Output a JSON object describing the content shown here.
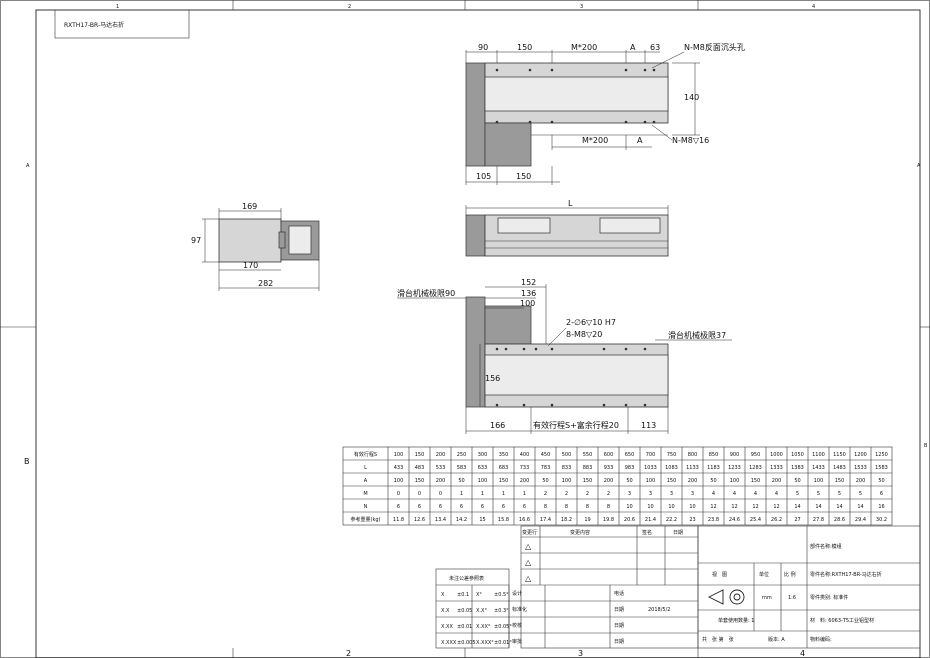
{
  "title_block": {
    "drawing_name": "RXTH17-BR-马达右折",
    "part_category_label": "部件名称:模组",
    "part_name": "零件名称:RXTH17-BR-马达右折",
    "part_class": "零件类别: 标准件",
    "view_label": "视　图",
    "unit_label": "单位",
    "scale_label": "比 例",
    "unit": "mm",
    "scale": "1:6",
    "material": "材　料: 6063-T5工业铝型材",
    "sheets": "共　张 第　张",
    "version": "版本: A",
    "material_code": "物料编码:",
    "usage": "单套使用数量: 1"
  },
  "revision": {
    "headers": [
      "变更行",
      "变更内容",
      "签名",
      "日期"
    ],
    "marks": [
      "△",
      "△",
      "△"
    ]
  },
  "approval": {
    "rows": [
      {
        "role": "设计",
        "field": "电话",
        "value": ""
      },
      {
        "role": "标准化",
        "field": "日期",
        "value": "2018/5/2"
      },
      {
        "role": "校核",
        "field": "日期",
        "value": ""
      },
      {
        "role": "审批",
        "field": "日期",
        "value": ""
      }
    ]
  },
  "tolerance": {
    "title": "未注公差参照表",
    "rows": [
      [
        "X",
        "±0.1",
        "X°",
        "±0.5°"
      ],
      [
        "X.X",
        "±0.05",
        "X.X°",
        "±0.3°"
      ],
      [
        "X.XX",
        "±0.01",
        "X.XX°",
        "±0.05°"
      ],
      [
        "X.XXX",
        "±0.005",
        "X.XXX°",
        "±0.01°"
      ]
    ]
  },
  "spec_table": {
    "row_labels": [
      "有效行程S",
      "L",
      "A",
      "M",
      "N",
      "参考重量(kg)"
    ],
    "columns": [
      [
        "100",
        "433",
        "100",
        "0",
        "6",
        "11.8"
      ],
      [
        "150",
        "483",
        "150",
        "0",
        "6",
        "12.6"
      ],
      [
        "200",
        "533",
        "200",
        "0",
        "6",
        "13.4"
      ],
      [
        "250",
        "583",
        "50",
        "1",
        "6",
        "14.2"
      ],
      [
        "300",
        "633",
        "100",
        "1",
        "6",
        "15"
      ],
      [
        "350",
        "683",
        "150",
        "1",
        "6",
        "15.8"
      ],
      [
        "400",
        "733",
        "200",
        "1",
        "6",
        "16.6"
      ],
      [
        "450",
        "783",
        "50",
        "2",
        "8",
        "17.4"
      ],
      [
        "500",
        "833",
        "100",
        "2",
        "8",
        "18.2"
      ],
      [
        "550",
        "883",
        "150",
        "2",
        "8",
        "19"
      ],
      [
        "600",
        "933",
        "200",
        "2",
        "8",
        "19.8"
      ],
      [
        "650",
        "983",
        "50",
        "3",
        "10",
        "20.6"
      ],
      [
        "700",
        "1033",
        "100",
        "3",
        "10",
        "21.4"
      ],
      [
        "750",
        "1083",
        "150",
        "3",
        "10",
        "22.2"
      ],
      [
        "800",
        "1133",
        "200",
        "3",
        "10",
        "23"
      ],
      [
        "850",
        "1183",
        "50",
        "4",
        "12",
        "23.8"
      ],
      [
        "900",
        "1233",
        "100",
        "4",
        "12",
        "24.6"
      ],
      [
        "950",
        "1283",
        "150",
        "4",
        "12",
        "25.4"
      ],
      [
        "1000",
        "1333",
        "200",
        "4",
        "12",
        "26.2"
      ],
      [
        "1050",
        "1383",
        "50",
        "5",
        "14",
        "27"
      ],
      [
        "1100",
        "1433",
        "100",
        "5",
        "14",
        "27.8"
      ],
      [
        "1150",
        "1483",
        "150",
        "5",
        "14",
        "28.6"
      ],
      [
        "1200",
        "1533",
        "200",
        "5",
        "14",
        "29.4"
      ],
      [
        "1250",
        "1583",
        "50",
        "6",
        "16",
        "30.2"
      ]
    ]
  },
  "dimensions": {
    "top_view": [
      "90",
      "150",
      "M*200",
      "A",
      "63",
      "N-M8反面沉头孔",
      "140",
      "M*200",
      "A",
      "N-M8▽16",
      "105",
      "150"
    ],
    "side_view": [
      "L"
    ],
    "end_view": [
      "169",
      "97",
      "170",
      "282"
    ],
    "bottom_view": [
      "152",
      "136",
      "100",
      "滑台机械极限90",
      "2-∅6▽10 H7",
      "8-M8▽20",
      "滑台机械极限37",
      "156",
      "166",
      "有效行程S+富余行程20",
      "113"
    ]
  },
  "border": {
    "cols": [
      "1",
      "2",
      "3",
      "4"
    ],
    "rows": [
      "A",
      "B"
    ]
  }
}
